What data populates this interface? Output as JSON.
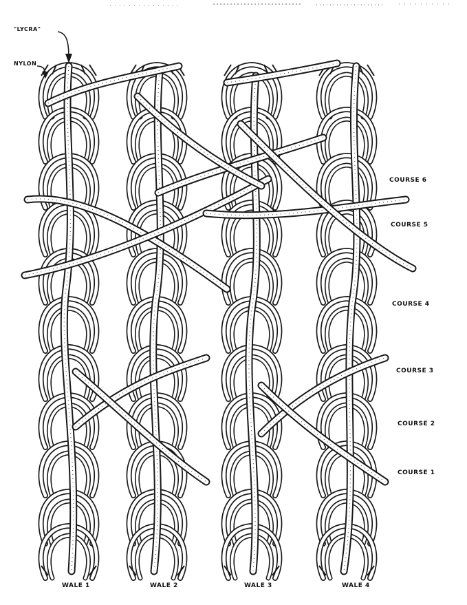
{
  "yarns": {
    "lycra_label": "\"LYCRA\"",
    "nylon_label": "NYLON"
  },
  "courses": [
    "COURSE 6",
    "COURSE 5",
    "COURSE 4",
    "COURSE 3",
    "COURSE 2",
    "COURSE 1"
  ],
  "wales": [
    "WALE 1",
    "WALE 2",
    "WALE 3",
    "WALE 4"
  ],
  "colors": {
    "ink": "#1a1a1a",
    "paper": "#ffffff"
  }
}
